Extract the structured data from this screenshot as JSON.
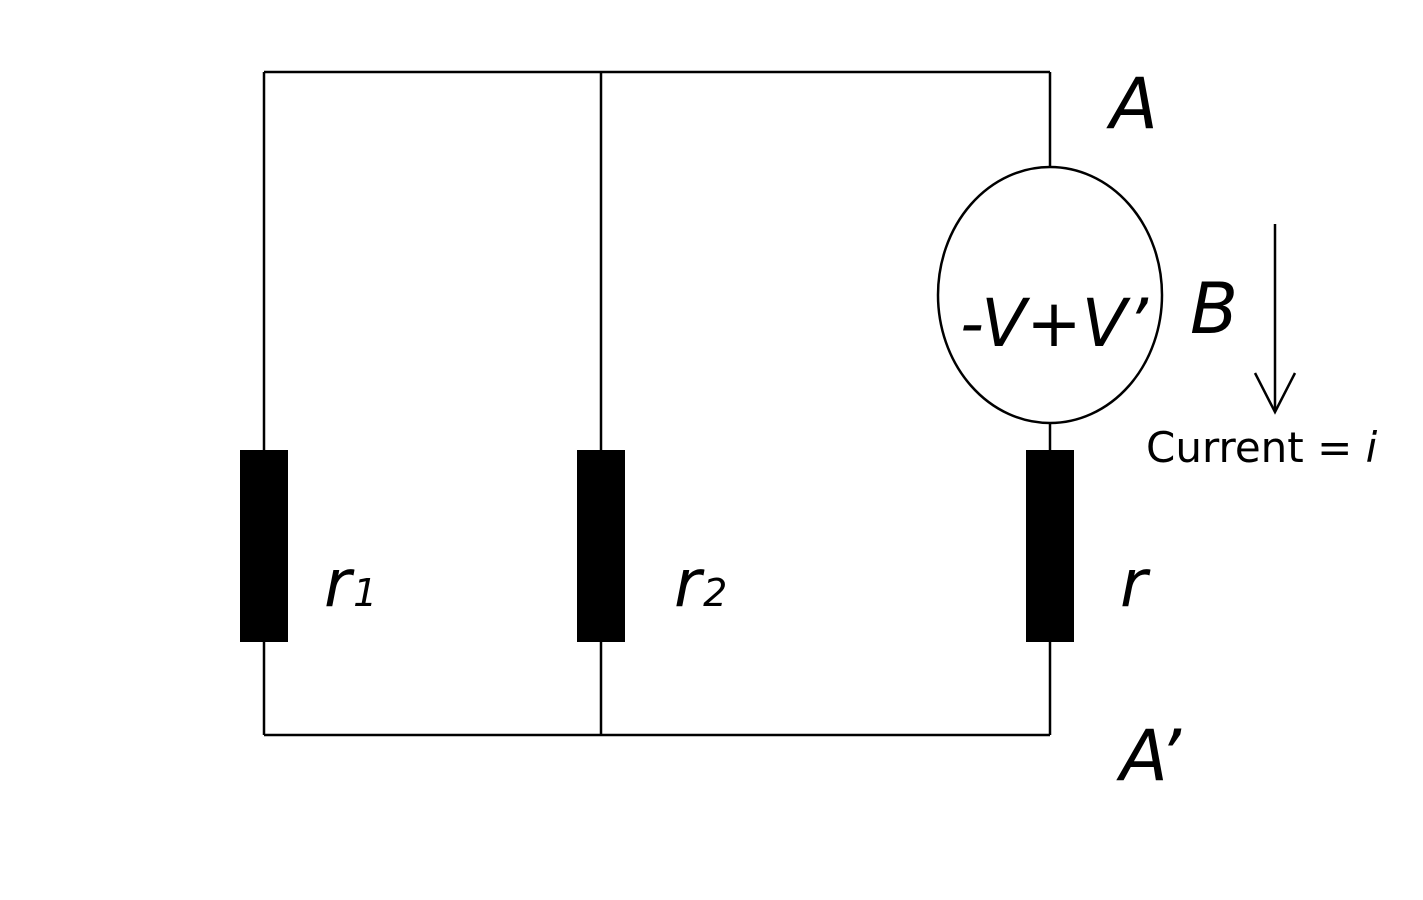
{
  "circuit": {
    "source_label": "-V+V’",
    "node_top": "A",
    "node_mid": "B",
    "node_bottom": "A’",
    "resistors": [
      {
        "name": "r",
        "subscript": "1"
      },
      {
        "name": "r",
        "subscript": "2"
      },
      {
        "name": "r",
        "subscript": ""
      }
    ],
    "current_prefix": "Current = ",
    "current_symbol": "i"
  },
  "colors": {
    "line": "#000000",
    "background": "#ffffff"
  }
}
